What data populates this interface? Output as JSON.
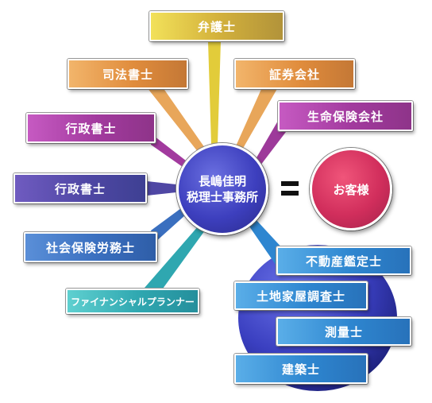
{
  "center": {
    "line1": "長嶋佳明",
    "line2": "税理士事務所"
  },
  "equals_sign": "=",
  "client": {
    "label": "お客様"
  },
  "partners": [
    {
      "label": "弁護士",
      "color": "#d4b23c"
    },
    {
      "label": "司法書士",
      "color": "#e08c3c"
    },
    {
      "label": "証券会社",
      "color": "#e08c3c"
    },
    {
      "label": "生命保険会社",
      "color": "#a23a9e"
    },
    {
      "label": "行政書士",
      "color": "#a23a9e"
    },
    {
      "label": "行政書士",
      "color": "#4f47a4"
    },
    {
      "label": "社会保険労務士",
      "color": "#3a6fbf"
    },
    {
      "label": "ファイナンシャルプランナー",
      "color": "#2fa7b0"
    },
    {
      "label": "不動産鑑定士",
      "color": "#2e86d0"
    },
    {
      "label": "土地家屋調査士",
      "color": "#2e86d0"
    },
    {
      "label": "測量士",
      "color": "#2e86d0"
    },
    {
      "label": "建築士",
      "color": "#2e86d0"
    }
  ]
}
